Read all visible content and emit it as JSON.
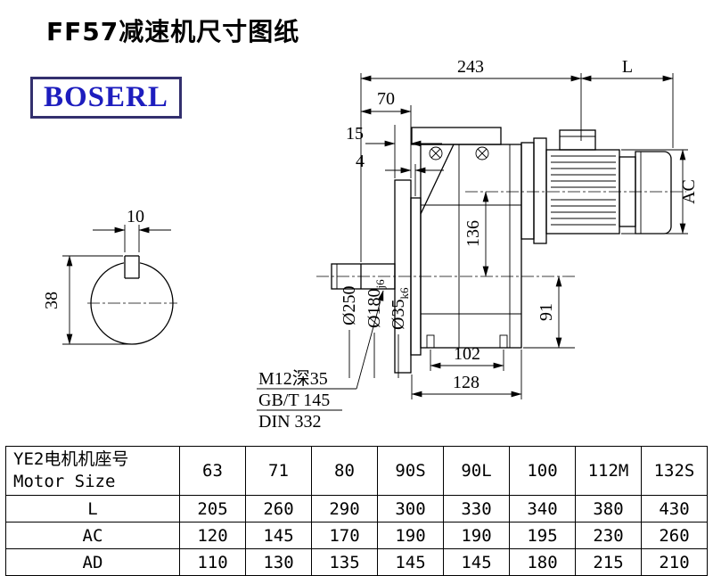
{
  "page": {
    "title": "FF57减速机尺寸图纸",
    "logo": "BOSERL"
  },
  "dims": {
    "top_width": "243",
    "motor_length": "L",
    "d70": "70",
    "d15": "15",
    "d4": "4",
    "key_width": "10",
    "shaft_height": "38",
    "flange_dia": "Ø250",
    "spigot_dia": "Ø180",
    "spigot_tol": "j6",
    "shaft_dia": "Ø35",
    "shaft_tol": "k6",
    "d136": "136",
    "motor_dia": "AC",
    "d91": "91",
    "d102": "102",
    "d128": "128",
    "tap_note": "M12深35",
    "std1": "GB/T 145",
    "std2": "DIN 332"
  },
  "table": {
    "header": {
      "line1": "YE2电机机座号",
      "line2": "Motor Size"
    },
    "sizes": [
      "63",
      "71",
      "80",
      "90S",
      "90L",
      "100",
      "112M",
      "132S"
    ],
    "rows": [
      {
        "label": "L",
        "values": [
          "205",
          "260",
          "290",
          "300",
          "330",
          "340",
          "380",
          "430"
        ]
      },
      {
        "label": "AC",
        "values": [
          "120",
          "145",
          "170",
          "190",
          "190",
          "195",
          "230",
          "260"
        ]
      },
      {
        "label": "AD",
        "values": [
          "110",
          "130",
          "135",
          "145",
          "145",
          "180",
          "215",
          "210"
        ]
      }
    ]
  }
}
